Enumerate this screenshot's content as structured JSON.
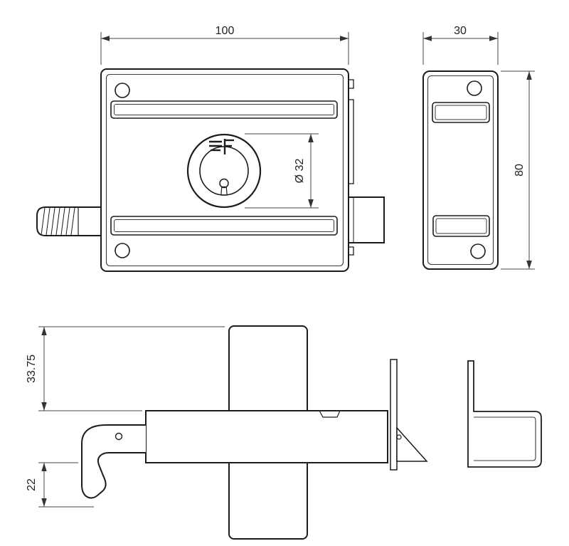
{
  "dimensions": {
    "front_width": "100",
    "side_depth": "30",
    "side_height": "80",
    "cylinder_diameter": "Ø 32",
    "upper_offset": "33.75",
    "lower_offset": "22"
  }
}
